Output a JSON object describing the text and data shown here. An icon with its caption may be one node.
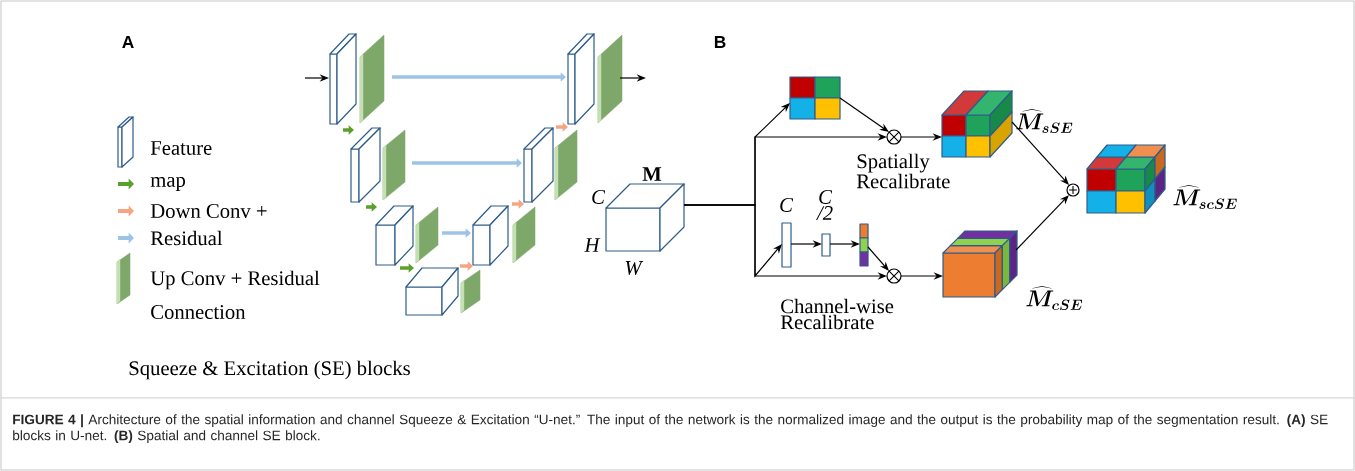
{
  "diagram": {
    "caption": "**FIGURE 4 |** Architecture of the spatial information and channel Squeeze & Excitation “U-net.” The input of the network is the normalized image and the output is the probability map of the segmentation result. **(A)** SE blocks in U-net. **(B)** Spatial and channel SE block.",
    "nodes": [
      {
        "text": [],
        "shape": "box"
      },
      {
        "text": [],
        "shape": "box"
      },
      {
        "text": [],
        "shape": "box"
      },
      {
        "text": [],
        "shape": "box"
      },
      {
        "text": [],
        "shape": "box"
      },
      {
        "text": [],
        "shape": "box"
      },
      {
        "text": [],
        "shape": "box"
      },
      {
        "text": [
          "M"
        ],
        "beside": [
          "C",
          "H",
          "W"
        ]
      },
      {
        "text": [],
        "shape": "box"
      },
      {
        "text": [],
        "shape": "circle",
        "beside": [
          "Spatially Recalibrate"
        ]
      },
      {
        "text": [],
        "shape": "box",
        "beside": [
          "\\widehat{M}_{sSE}"
        ]
      },
      {
        "text": [],
        "shape": "bar",
        "beside": [
          "C"
        ]
      },
      {
        "text": [],
        "shape": "bar",
        "beside": [
          "C /2"
        ]
      },
      {
        "text": [],
        "shape": "bar"
      },
      {
        "text": [],
        "shape": "circle",
        "beside": [
          "Channel-wise Recalibrate"
        ]
      },
      {
        "text": [],
        "shape": "box",
        "beside": [
          "\\widehat{M}_{cSE}"
        ]
      },
      {
        "text": [],
        "shape": "circle"
      },
      {
        "text": [],
        "shape": "box",
        "beside": [
          "\\widehat{M}_{scSE}"
        ]
      }
    ],
    "edges": [
      {
        "from": null,
        "to": 0,
        "arrow": "to"
      },
      {
        "from": 6,
        "to": null,
        "arrow": "to"
      },
      {
        "from": 0,
        "to": 1,
        "arrow": "to",
        "style": "thick",
        "color": "#5aa02c"
      },
      {
        "from": 1,
        "to": 2,
        "arrow": "to",
        "style": "thick",
        "color": "#5aa02c"
      },
      {
        "from": 2,
        "to": 3,
        "arrow": "to",
        "style": "thick",
        "color": "#5aa02c"
      },
      {
        "from": 3,
        "to": 4,
        "arrow": "to",
        "style": "thick",
        "color": "#f4a582"
      },
      {
        "from": 4,
        "to": 5,
        "arrow": "to",
        "style": "thick",
        "color": "#f4a582"
      },
      {
        "from": 5,
        "to": 6,
        "arrow": "to",
        "style": "thick",
        "color": "#f4a582"
      },
      {
        "from": 0,
        "to": 6,
        "arrow": "to",
        "style": "thick",
        "color": "#9dc3e6"
      },
      {
        "from": 1,
        "to": 5,
        "arrow": "to",
        "style": "thick",
        "color": "#9dc3e6"
      },
      {
        "from": 2,
        "to": 4,
        "arrow": "to",
        "style": "thick",
        "color": "#9dc3e6"
      },
      {
        "from": 7,
        "to": 8,
        "arrow": "to"
      },
      {
        "from": 7,
        "to": 9,
        "arrow": "to"
      },
      {
        "from": 7,
        "to": 11,
        "arrow": "to"
      },
      {
        "from": 7,
        "to": 14,
        "arrow": "to"
      },
      {
        "from": 8,
        "to": 9,
        "arrow": "to"
      },
      {
        "from": 9,
        "to": 10,
        "arrow": "to"
      },
      {
        "from": 11,
        "to": 12,
        "arrow": "to"
      },
      {
        "from": 12,
        "to": 13,
        "arrow": "to"
      },
      {
        "from": 13,
        "to": 14,
        "arrow": "to"
      },
      {
        "from": 14,
        "to": 15,
        "arrow": "to"
      },
      {
        "from": 10,
        "to": 16,
        "arrow": "to"
      },
      {
        "from": 15,
        "to": 16,
        "arrow": "to"
      }
    ],
    "labels": [
      "A",
      "B",
      "Connection",
      "Squeeze & Excitation (SE) blocks"
    ],
    "legend": [
      {
        "text": "Feature"
      },
      {
        "text": "map"
      },
      {
        "text": "Down Conv +"
      },
      {
        "text": "Residual"
      },
      {
        "text": "Up Conv + Residual"
      }
    ]
  }
}
